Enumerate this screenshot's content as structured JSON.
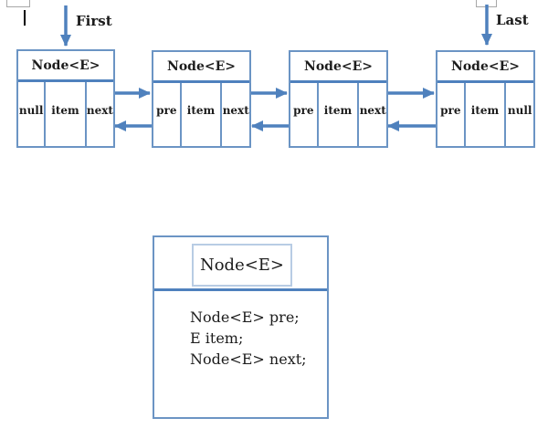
{
  "colors": {
    "accent": "#4f81bd",
    "box-border": "#6b94c4",
    "inner-border": "#b8cce4",
    "text": "#1c1c1c",
    "anchor-border": "#a8a8a8",
    "cursor": "#000000"
  },
  "pointers": {
    "first": {
      "label": "First"
    },
    "last": {
      "label": "Last"
    }
  },
  "nodes": [
    {
      "title": "Node<E>",
      "cells": [
        "null",
        "item",
        "next"
      ]
    },
    {
      "title": "Node<E>",
      "cells": [
        "pre",
        "item",
        "next"
      ]
    },
    {
      "title": "Node<E>",
      "cells": [
        "pre",
        "item",
        "next"
      ]
    },
    {
      "title": "Node<E>",
      "cells": [
        "pre",
        "item",
        "null"
      ]
    }
  ],
  "class_box": {
    "title": "Node<E>",
    "fields": [
      "Node<E> pre;",
      "E item;",
      "Node<E> next;"
    ]
  }
}
